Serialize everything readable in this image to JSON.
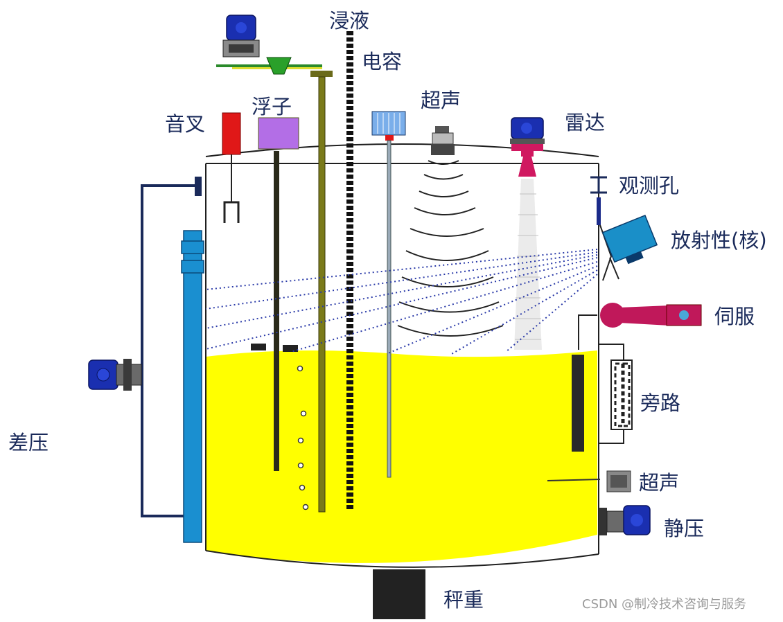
{
  "labels": {
    "tuning_fork": "音叉",
    "float": "浮子",
    "immersion": "浸液",
    "capacitance": "电容",
    "ultrasonic_top": "超声",
    "radar": "雷达",
    "observation_hole": "观测孔",
    "radioactive": "放射性(核)",
    "servo": "伺服",
    "bypass": "旁路",
    "ultrasonic_side": "超声",
    "hydrostatic": "静压",
    "differential_pressure": "差压",
    "weighing": "秤重"
  },
  "watermark": "CSDN @制冷技术咨询与服务",
  "colors": {
    "liquid": "#ffff00",
    "tank_outline": "#1f1f1f",
    "label_text": "#1a2a5a",
    "transmitter_blue": "#1a2fb0",
    "dp_tube": "#1a8fd0",
    "radioactive_box": "#1a8fc8",
    "servo": "#c0185a",
    "float_box": "#b36ee6",
    "fork_box": "#e01818",
    "ultrasonic_probe": "#7aaeea",
    "radar_horn": "#d01860",
    "bar_olive": "#7a7a1a"
  },
  "icons": [
    "transmitter-icon",
    "tuning-fork-icon",
    "float-icon",
    "radar-icon",
    "ultrasonic-sensor-icon",
    "radioactive-source-icon",
    "servo-gauge-icon",
    "bypass-gauge-icon",
    "load-cell-icon"
  ]
}
